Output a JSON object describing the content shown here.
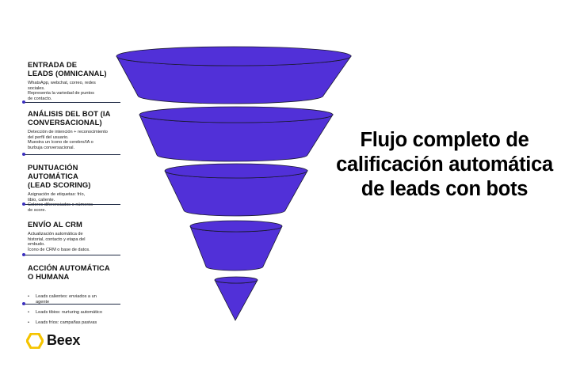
{
  "stages": [
    {
      "title": "ENTRADA DE\nLEADS (OMNICANAL)",
      "description": "WhatsApp, webchat, correo, redes\nsociales.\nRepresenta la variedad de puntos\nde contacto."
    },
    {
      "title": "ANÁLISIS DEL BOT (IA\nCONVERSACIONAL)",
      "description": "Detección de intención + reconocimiento\ndel perfil del usuario.\nMuestra un ícono de cerebro/IA o\nburbuja conversacional."
    },
    {
      "title": "PUNTUACIÓN AUTOMÁTICA\n(LEAD SCORING)",
      "description": "Asignación de etiquetas: frío,\ntibio, caliente.\nColores diferenciados o números\nde score."
    },
    {
      "title": "ENVÍO AL CRM",
      "description": "Actualización automática de\nhistorial, contacto y etapa del\nembudo.\nÍcono de CRM o base de datos."
    },
    {
      "title": "ACCIÓN AUTOMÁTICA\nO HUMANA",
      "bullets": [
        "Leads calientes: enviados a un\nagente",
        "Leads tibios: nurturing automático",
        "Leads fríos: campañas pasivas"
      ],
      "bullet_char": "•"
    }
  ],
  "headline": "Flujo completo de calificación automática de leads con bots",
  "brand": {
    "name": "Beex",
    "icon": "hexagon-logo-icon",
    "color": "#f5c400"
  },
  "colors": {
    "funnel_fill": "#5130d8",
    "funnel_stroke": "#1a1a2e",
    "divider": "#1f2a44",
    "divider_dot": "#3b2fbf"
  }
}
